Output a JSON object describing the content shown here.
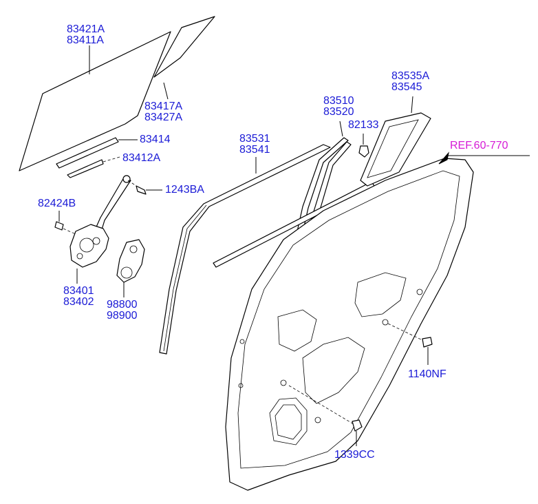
{
  "diagram": {
    "part_labels": {
      "glass_main_a": "83421A",
      "glass_main_b": "83411A",
      "glass_quarter_a": "83417A",
      "glass_quarter_b": "83427A",
      "strip_upper": "83414",
      "strip_lower": "83412A",
      "bolt_regulator": "1243BA",
      "bolt_small": "82424B",
      "regulator_a": "83401",
      "regulator_b": "83402",
      "motor_a": "98800",
      "motor_b": "98900",
      "run_channel_a": "83531",
      "run_channel_b": "83541",
      "center_channel_a": "83510",
      "center_channel_b": "83520",
      "clip": "82133",
      "frame_a": "83535A",
      "frame_b": "83545",
      "reference": "REF.60-770",
      "bolt_door": "1140NF",
      "nut_door": "1339CC"
    },
    "colors": {
      "label": "#1a1ad6",
      "reference": "#d61ad6",
      "line": "#000000"
    }
  }
}
